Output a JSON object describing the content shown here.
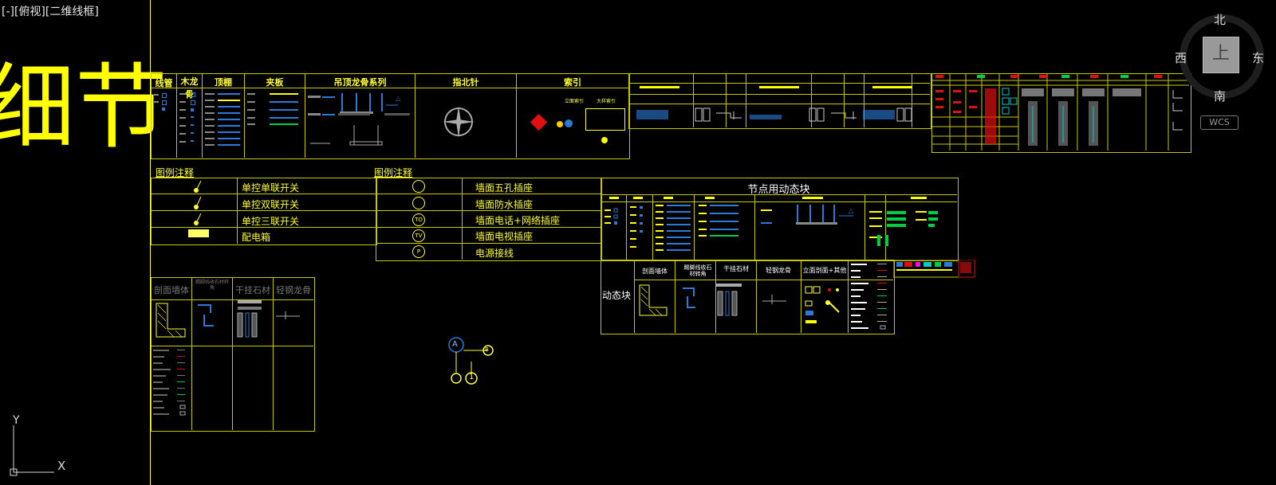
{
  "viewport": {
    "label": "[-][俯视][二维线框]"
  },
  "big_text": "细节",
  "viewcube": {
    "north": "北",
    "south": "南",
    "east": "东",
    "west": "西",
    "cube_face": "上",
    "wcs": "WCS"
  },
  "ucs": {
    "y": "Y",
    "x": "X"
  },
  "legend_table": {
    "headers": [
      "线管",
      "木龙骨",
      "顶棚",
      "夹板",
      "吊顶龙骨系列",
      "指北针",
      "索引"
    ]
  },
  "legend1": {
    "title": "图例注释",
    "rows": [
      "单控单联开关",
      "单控双联开关",
      "单控三联开关",
      "配电箱"
    ]
  },
  "legend2": {
    "title": "图例注释",
    "rows": [
      "墙面五孔插座",
      "墙面防水插座",
      "墙面电话+网络插座",
      "墙面电视插座",
      "电源接线"
    ],
    "symbols": [
      "",
      "",
      "TO",
      "TV",
      "P"
    ]
  },
  "dynamic_nodes": {
    "title": "节点用动态块"
  },
  "dynamic_block": {
    "label": "动态块",
    "headers": [
      "剖面墙体",
      "踢脚线收石材转角",
      "干挂石材",
      "轻钢龙骨",
      "立面剖面+其他"
    ]
  },
  "left_block": {
    "headers": [
      "剖面墙体",
      "踢脚线收石材转角",
      "干挂石材",
      "轻钢龙骨"
    ]
  },
  "axis_marker": {
    "top": "A",
    "right": "B",
    "bottom_left": "",
    "bottom_right": "1"
  }
}
